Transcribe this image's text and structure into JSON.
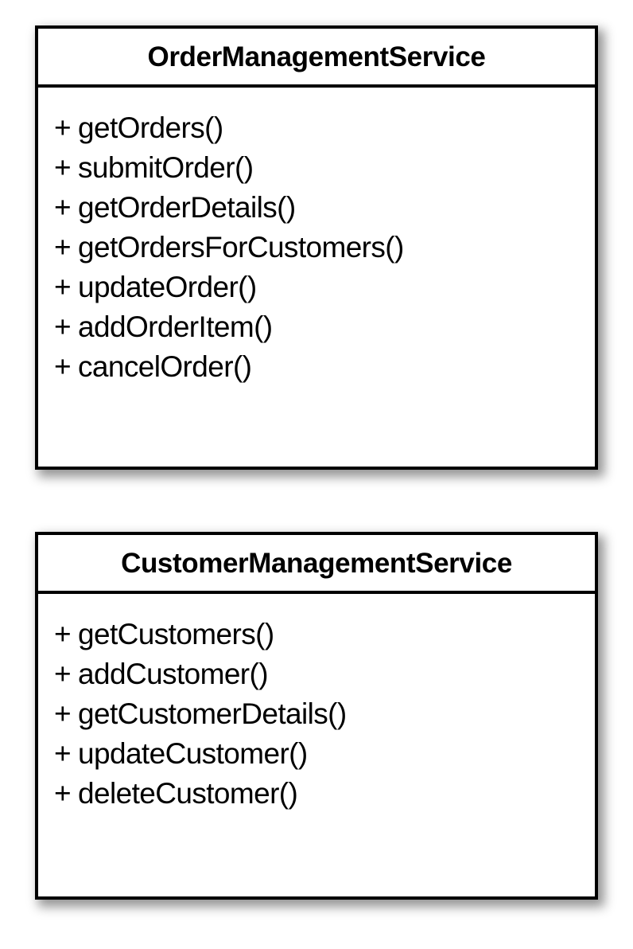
{
  "diagram": {
    "type": "uml-class-diagram",
    "background_color": "#ffffff",
    "border_color": "#000000",
    "text_color": "#000000",
    "classes": [
      {
        "name": "OrderManagementService",
        "attributes": [],
        "methods": [
          {
            "visibility": "+",
            "signature": "getOrders()"
          },
          {
            "visibility": "+",
            "signature": "submitOrder()"
          },
          {
            "visibility": "+",
            "signature": "getOrderDetails()"
          },
          {
            "visibility": "+",
            "signature": "getOrdersForCustomers()"
          },
          {
            "visibility": "+",
            "signature": "updateOrder()"
          },
          {
            "visibility": "+",
            "signature": "addOrderItem()"
          },
          {
            "visibility": "+",
            "signature": "cancelOrder()"
          }
        ]
      },
      {
        "name": "CustomerManagementService",
        "attributes": [],
        "methods": [
          {
            "visibility": "+",
            "signature": "getCustomers()"
          },
          {
            "visibility": "+",
            "signature": "addCustomer()"
          },
          {
            "visibility": "+",
            "signature": "getCustomerDetails()"
          },
          {
            "visibility": "+",
            "signature": "updateCustomer()"
          },
          {
            "visibility": "+",
            "signature": "deleteCustomer()"
          }
        ]
      }
    ]
  }
}
